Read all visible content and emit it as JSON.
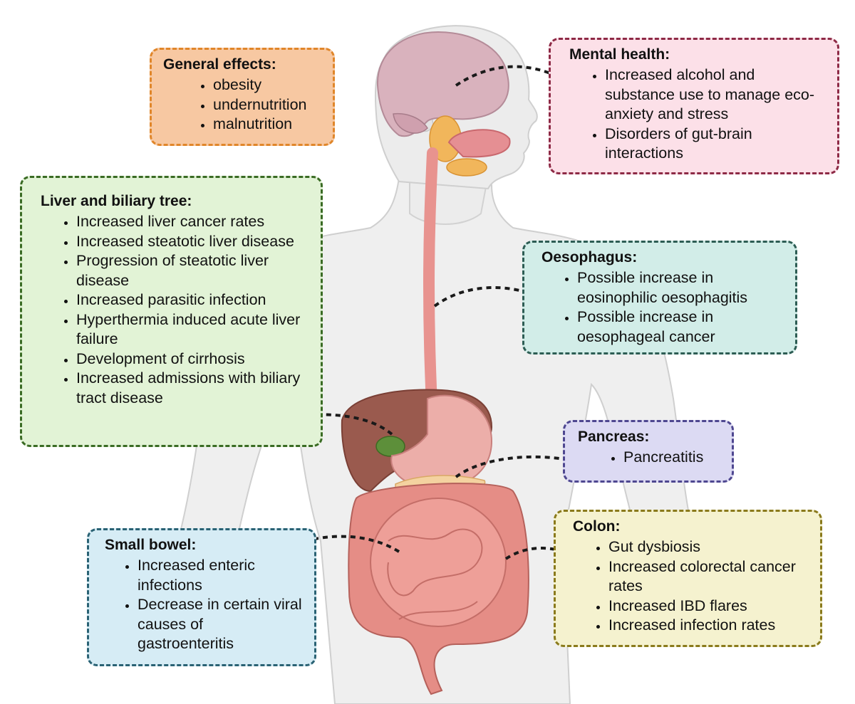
{
  "colors": {
    "general_fill": "#f7c8a2",
    "general_border": "#e0862a",
    "mental_fill": "#fce0e8",
    "mental_border": "#8e2a46",
    "liver_fill": "#e2f3d6",
    "liver_border": "#3a6b24",
    "oeso_fill": "#d2ede8",
    "oeso_border": "#2d5d54",
    "pancreas_fill": "#dcdaf3",
    "pancreas_border": "#4e4790",
    "colon_fill": "#f5f2cf",
    "colon_border": "#8a7a1c",
    "small_fill": "#d6ecf5",
    "small_border": "#2a6274"
  },
  "boxes": {
    "general": {
      "title": "General effects:",
      "items": [
        "obesity",
        "undernutrition",
        "malnutrition"
      ]
    },
    "mental": {
      "title": "Mental health:",
      "items": [
        "Increased alcohol and substance use to manage eco-anxiety and stress",
        "Disorders of gut-brain interactions"
      ]
    },
    "liver": {
      "title": "Liver and biliary tree:",
      "items": [
        "Increased liver cancer rates",
        "Increased steatotic liver disease",
        "Progression of steatotic liver disease",
        "Increased parasitic infection",
        "Hyperthermia induced acute liver failure",
        "Development of cirrhosis",
        "Increased admissions with biliary tract disease"
      ]
    },
    "oeso": {
      "title": "Oesophagus:",
      "items": [
        "Possible increase in eosinophilic oesophagitis",
        "Possible increase in oesophageal cancer"
      ]
    },
    "pancreas": {
      "title": "Pancreas:",
      "items": [
        "Pancreatitis"
      ]
    },
    "colon": {
      "title": "Colon:",
      "items": [
        "Gut dysbiosis",
        "Increased colorectal cancer rates",
        "Increased IBD flares",
        "Increased infection rates"
      ]
    },
    "small": {
      "title": "Small bowel:",
      "items": [
        "Increased enteric infections",
        "Decrease in certain viral causes of gastroenteritis"
      ]
    }
  }
}
